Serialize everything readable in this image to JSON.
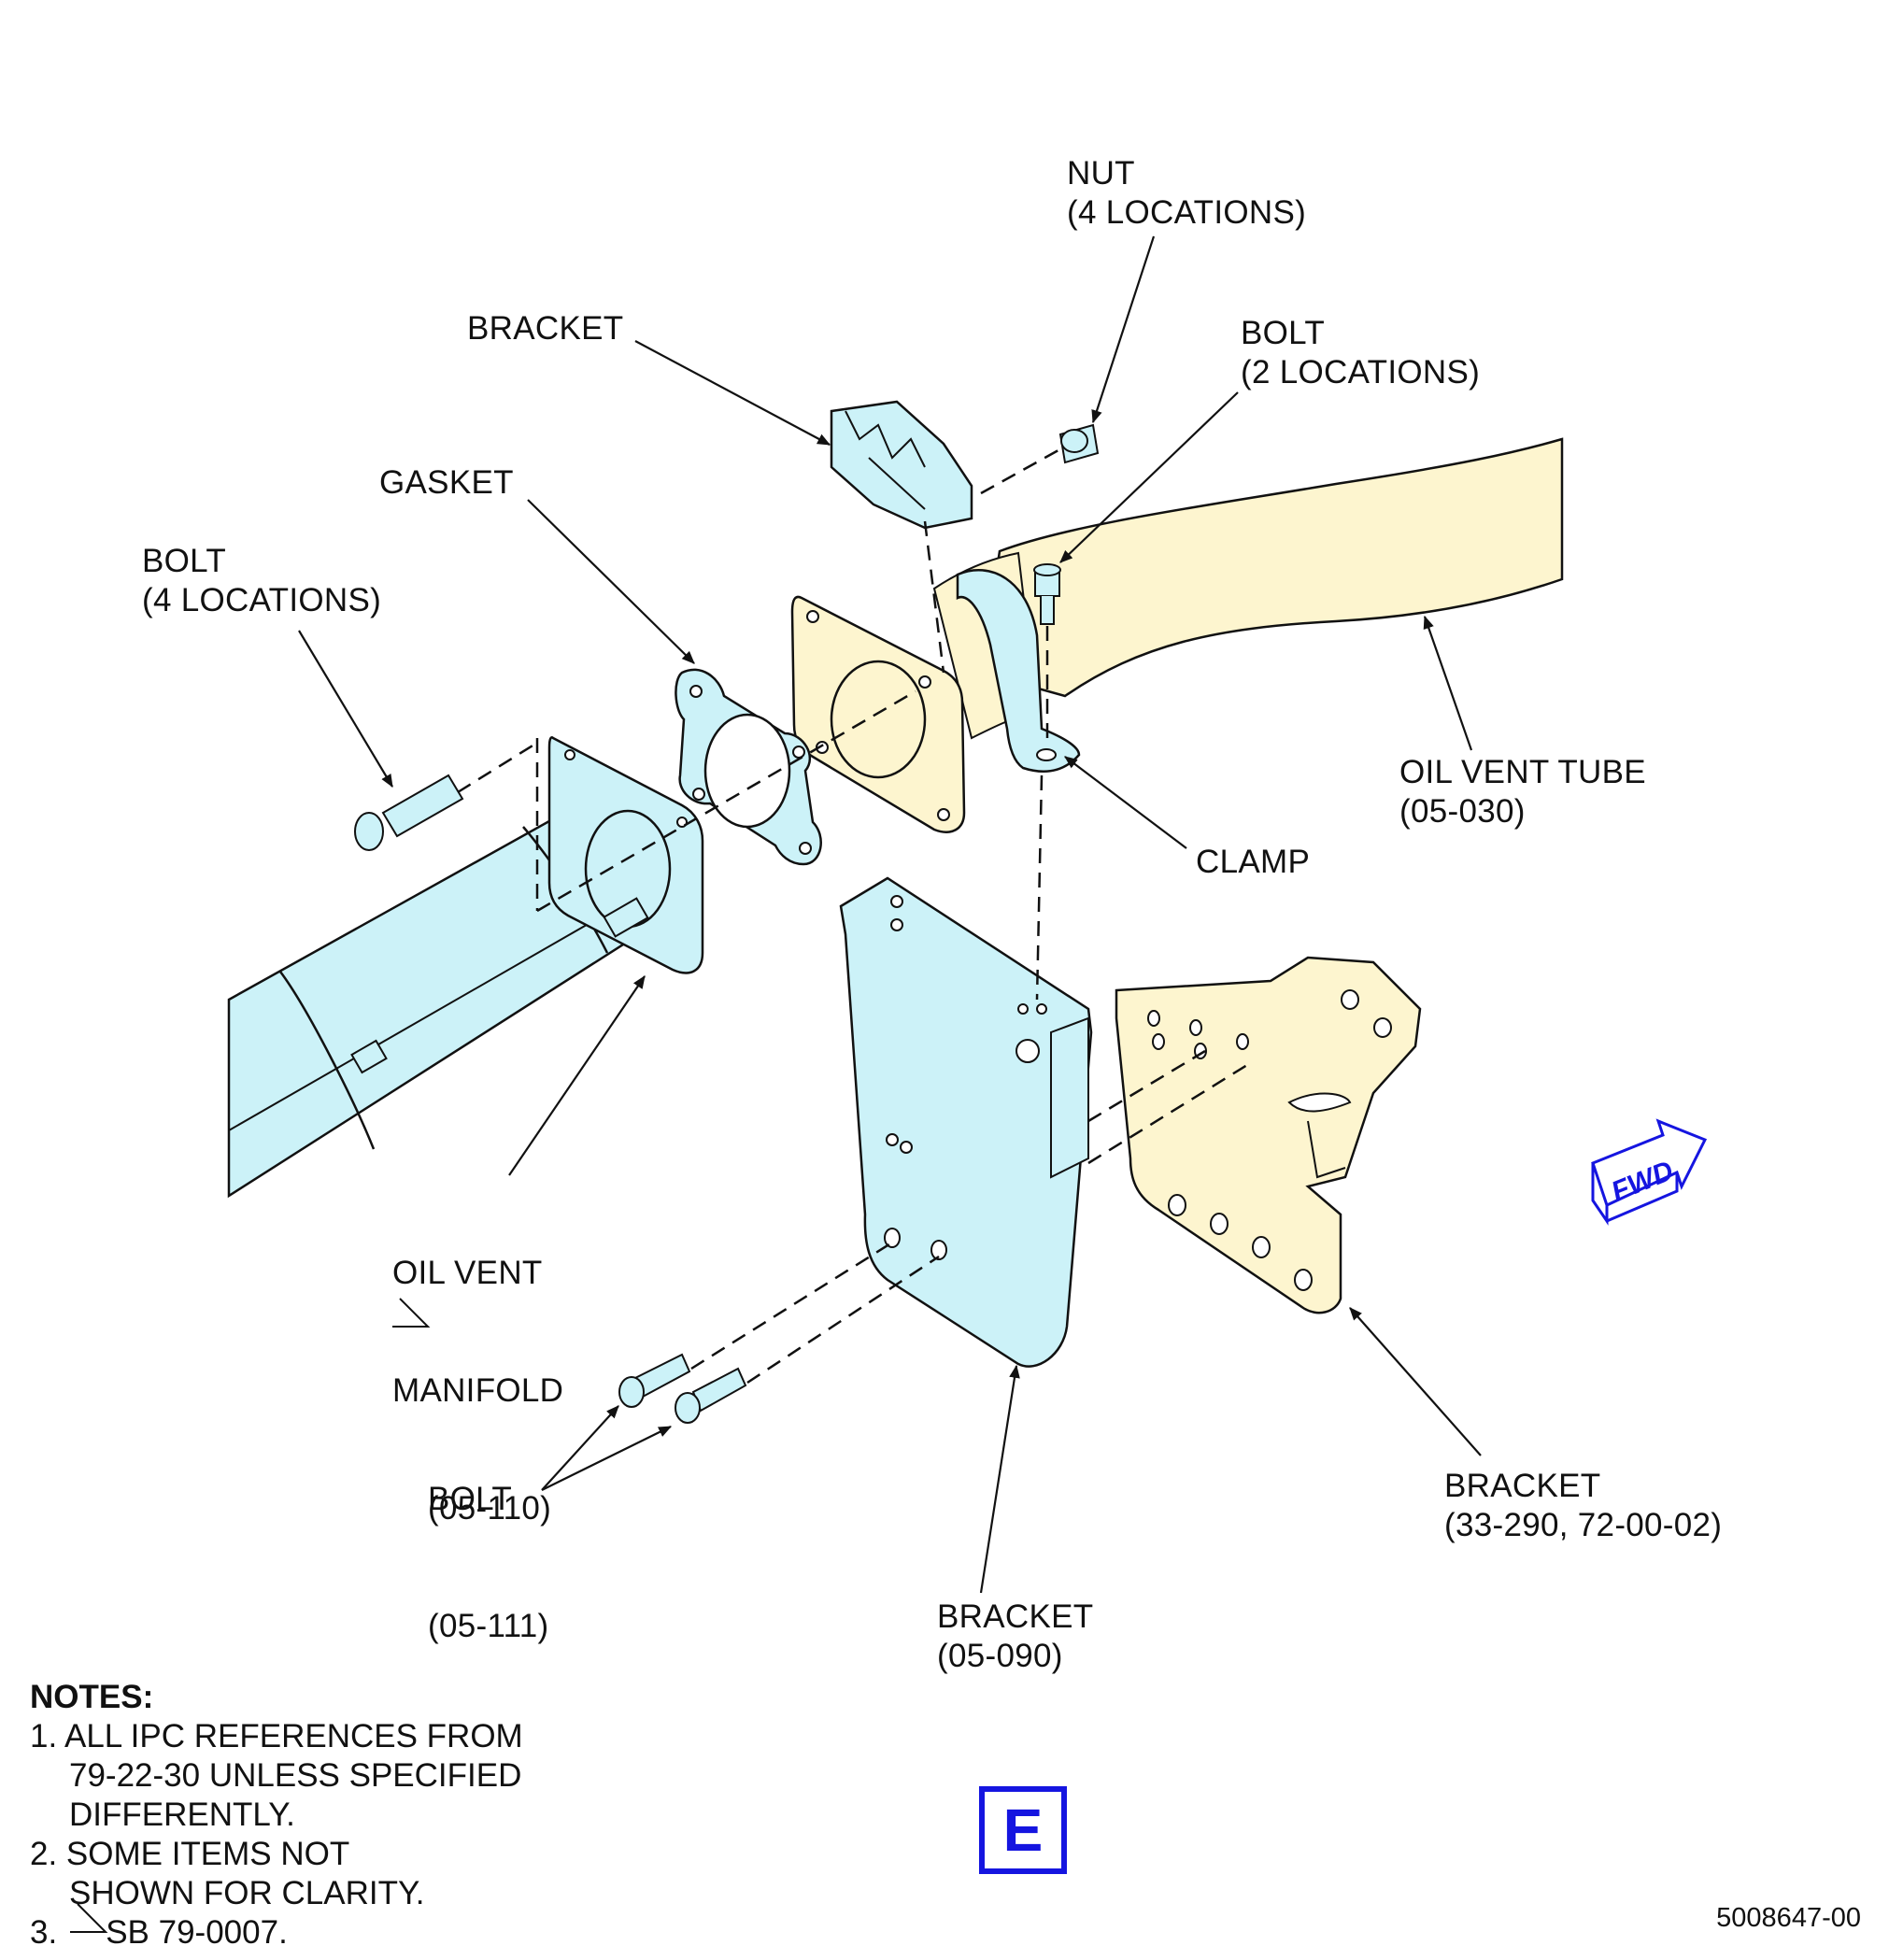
{
  "labels": {
    "nut": [
      "NUT",
      "(4 LOCATIONS)"
    ],
    "bracket_top": [
      "BRACKET"
    ],
    "bolt_clamp": [
      "BOLT",
      "(2 LOCATIONS)"
    ],
    "gasket": [
      "GASKET"
    ],
    "bolt_flange": [
      "BOLT",
      "(4 LOCATIONS)"
    ],
    "oil_vent_tube": [
      "OIL VENT TUBE",
      "(05-030)"
    ],
    "clamp": [
      "CLAMP"
    ],
    "oil_vent_manifold": [
      "OIL VENT",
      "MANIFOLD",
      "(05-110)",
      "(05-111)"
    ],
    "bolt_lower": [
      "BOLT"
    ],
    "bracket_engine": [
      "BRACKET",
      "(33-290, 72-00-02)"
    ],
    "bracket_main": [
      "BRACKET",
      "(05-090)"
    ]
  },
  "notes": {
    "title": "NOTES:",
    "items": [
      [
        "1. ALL IPC REFERENCES FROM",
        "79-22-30 UNLESS SPECIFIED",
        "DIFFERENTLY."
      ],
      [
        "2. SOME ITEMS NOT",
        "SHOWN FOR CLARITY."
      ],
      [
        "3.",
        "SB 79-0007."
      ]
    ]
  },
  "view_letter": "E",
  "fwd_label": "FWD",
  "drawing_number": "5008647-00",
  "colors": {
    "cyan_fill": "#ccf2f8",
    "yellow_fill": "#fdf5cf",
    "line": "#111111",
    "accent_blue": "#1515e0"
  }
}
